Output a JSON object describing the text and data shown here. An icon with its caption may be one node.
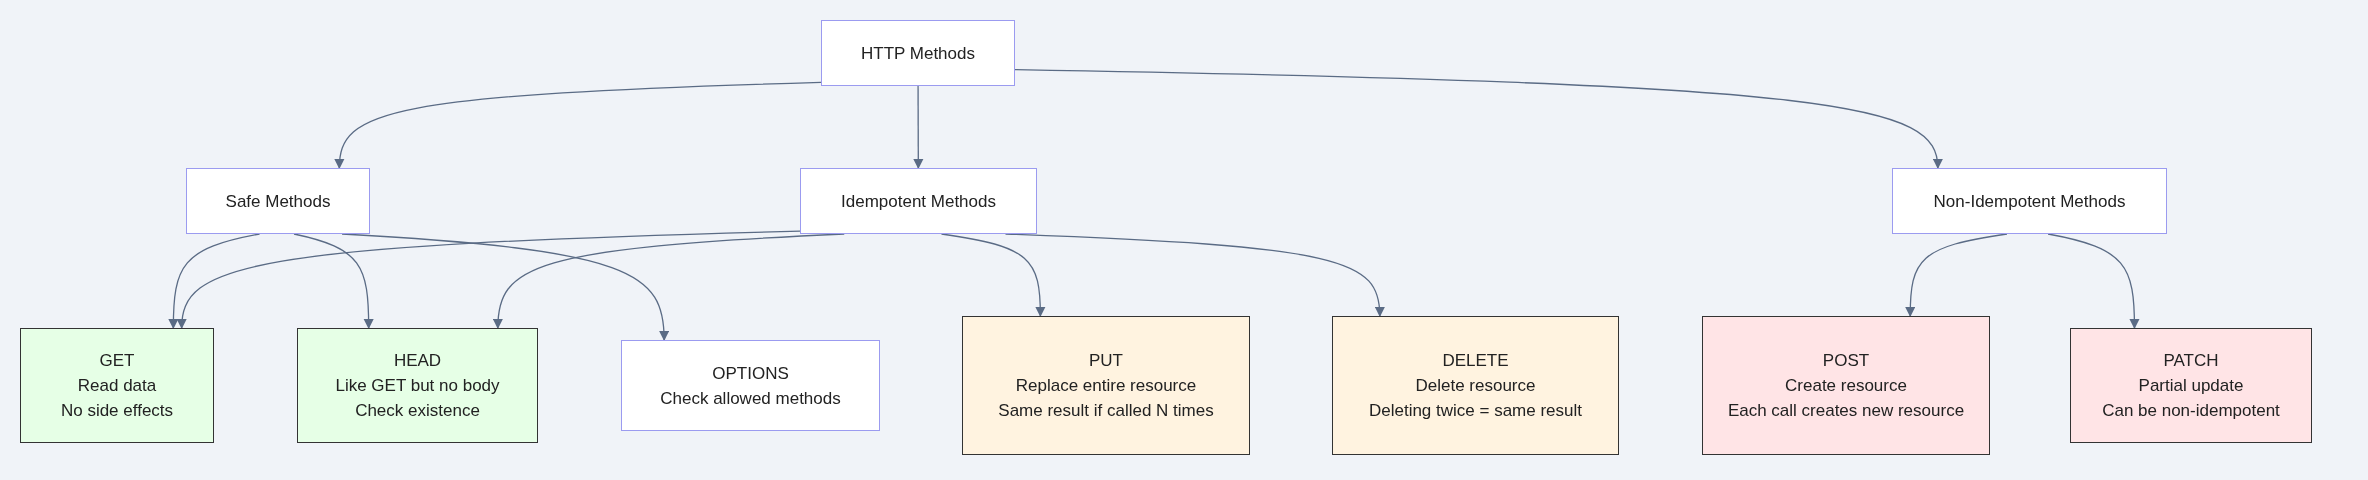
{
  "diagram": {
    "nodes": [
      {
        "text": [
          "HTTP Methods"
        ]
      },
      {
        "text": [
          "Safe Methods"
        ]
      },
      {
        "text": [
          "Idempotent Methods"
        ]
      },
      {
        "text": [
          "Non-Idempotent Methods"
        ]
      },
      {
        "text": [
          "GET",
          "Read data",
          "No side effects"
        ]
      },
      {
        "text": [
          "HEAD",
          "Like GET but no body",
          "Check existence"
        ]
      },
      {
        "text": [
          "OPTIONS",
          "Check allowed methods"
        ]
      },
      {
        "text": [
          "PUT",
          "Replace entire resource",
          "Same result if called N times"
        ]
      },
      {
        "text": [
          "DELETE",
          "Delete resource",
          "Deleting twice = same result"
        ]
      },
      {
        "text": [
          "POST",
          "Create resource",
          "Each call creates new resource"
        ]
      },
      {
        "text": [
          "PATCH",
          "Partial update",
          "Can be non-idempotent"
        ]
      }
    ],
    "edges": [
      {
        "from": 0,
        "to": 1,
        "arrow": "to"
      },
      {
        "from": 0,
        "to": 2,
        "arrow": "to"
      },
      {
        "from": 0,
        "to": 3,
        "arrow": "to"
      },
      {
        "from": 1,
        "to": 4,
        "arrow": "to"
      },
      {
        "from": 1,
        "to": 5,
        "arrow": "to"
      },
      {
        "from": 1,
        "to": 6,
        "arrow": "to"
      },
      {
        "from": 2,
        "to": 4,
        "arrow": "to"
      },
      {
        "from": 2,
        "to": 5,
        "arrow": "to"
      },
      {
        "from": 2,
        "to": 7,
        "arrow": "to"
      },
      {
        "from": 2,
        "to": 8,
        "arrow": "to"
      },
      {
        "from": 3,
        "to": 9,
        "arrow": "to"
      },
      {
        "from": 3,
        "to": 10,
        "arrow": "to"
      }
    ]
  }
}
